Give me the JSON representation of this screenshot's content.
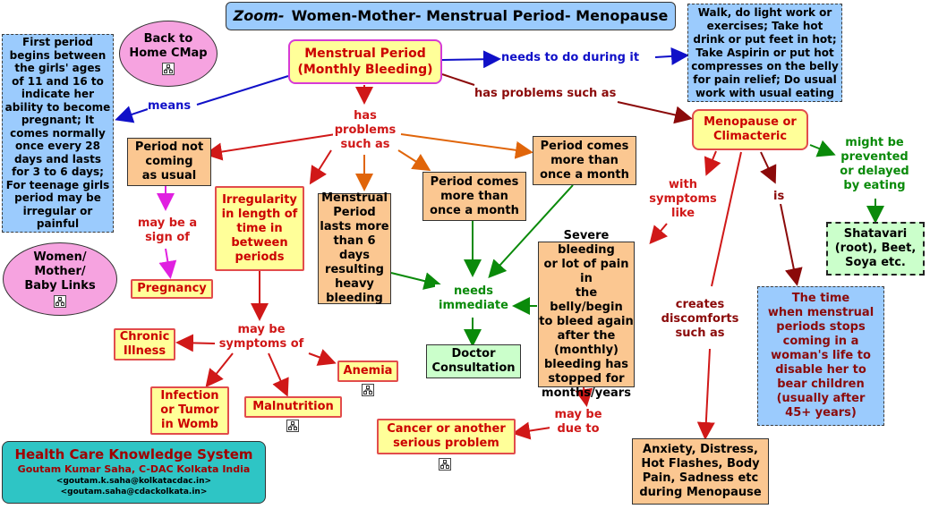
{
  "title": {
    "prefix": "Zoom-",
    "text": "Women-Mother- Menstrual Period- Menopause"
  },
  "nav": {
    "back_home": "Back to\nHome CMap",
    "women_links": "Women/\nMother/\nBaby Links"
  },
  "concepts": {
    "menstrual_period": "Menstrual Period\n(Monthly Bleeding)",
    "first_period": "First period\nbegins between\nthe girls' ages\nof 11 and 16 to\nindicate her\nability to become\npregnant; It\ncomes normally\nonce every 28\ndays and lasts\nfor 3 to 6 days;\nFor teenage girls\nperiod may be\nirregular or\npainful",
    "relief": "Walk, do light work or\nexercises; Take hot\ndrink or put feet in hot;\nTake Aspirin or put hot\ncompresses on the belly\nfor pain relief; Do usual\nwork with usual eating",
    "menopause": "Menopause or\nClimacteric",
    "period_not_coming": "Period not\ncoming\nas usual",
    "irregularity": "Irregularity\nin length of\ntime in\nbetween\nperiods",
    "lasts_more": "Menstrual\nPeriod\nlasts more\nthan 6 days\nresulting\nheavy\nbleeding",
    "more_than_once_1": "Period comes\nmore than\nonce a month",
    "more_than_once_2": "Period comes\nmore than\nonce a month",
    "pregnancy": "Pregnancy",
    "chronic_illness": "Chronic\nIllness",
    "anemia": "Anemia",
    "infection": "Infection\nor Tumor\nin Womb",
    "malnutrition": "Malnutrition",
    "doctor": "Doctor\nConsultation",
    "severe_bleeding": "Severe bleeding\nor lot of pain in\nthe belly/begin\nto bleed again\nafter the\n(monthly)\nbleeding has\nstopped for\nmonths/years",
    "cancer": "Cancer or another\nserious problem",
    "shatavari": "Shatavari\n(root), Beet,\nSoya etc.",
    "time_stops": "The time\nwhen menstrual\nperiods stops\ncoming in a\nwoman's life to\ndisable her to\nbear children\n(usually after\n45+ years)",
    "anxiety": "Anxiety, Distress,\nHot Flashes, Body\nPain, Sadness etc\nduring Menopause"
  },
  "links": {
    "means": "means",
    "needs_to_do": "needs to do during it",
    "has_problems_such_as": "has problems such as",
    "has_problems": "has\nproblems\nsuch as",
    "may_be_sign": "may be a\nsign of",
    "may_be_symptoms": "may be\nsymptoms of",
    "needs_immediate": "needs\nimmediate",
    "with_symptoms": "with\nsymptoms\nlike",
    "may_be_due": "may be\ndue to",
    "creates": "creates\ndiscomforts\nsuch as",
    "is": "is",
    "prevented": "might be\nprevented\nor delayed\nby eating"
  },
  "footer": {
    "title": "Health Care Knowledge System",
    "author": "Goutam Kumar Saha, C-DAC Kolkata India",
    "email1": "<goutam.k.saha@kolkatacdac.in>",
    "email2": "<goutam.saha@cdackolkata.in>"
  },
  "icons": [
    "cmap-link-icon"
  ],
  "colors": {
    "orange": "#fbc791",
    "yellow": "#ffff99",
    "blue": "#9bcbfd",
    "green": "#cbffcb",
    "pink": "#f6a3e0",
    "teal": "#2ec5c5"
  }
}
